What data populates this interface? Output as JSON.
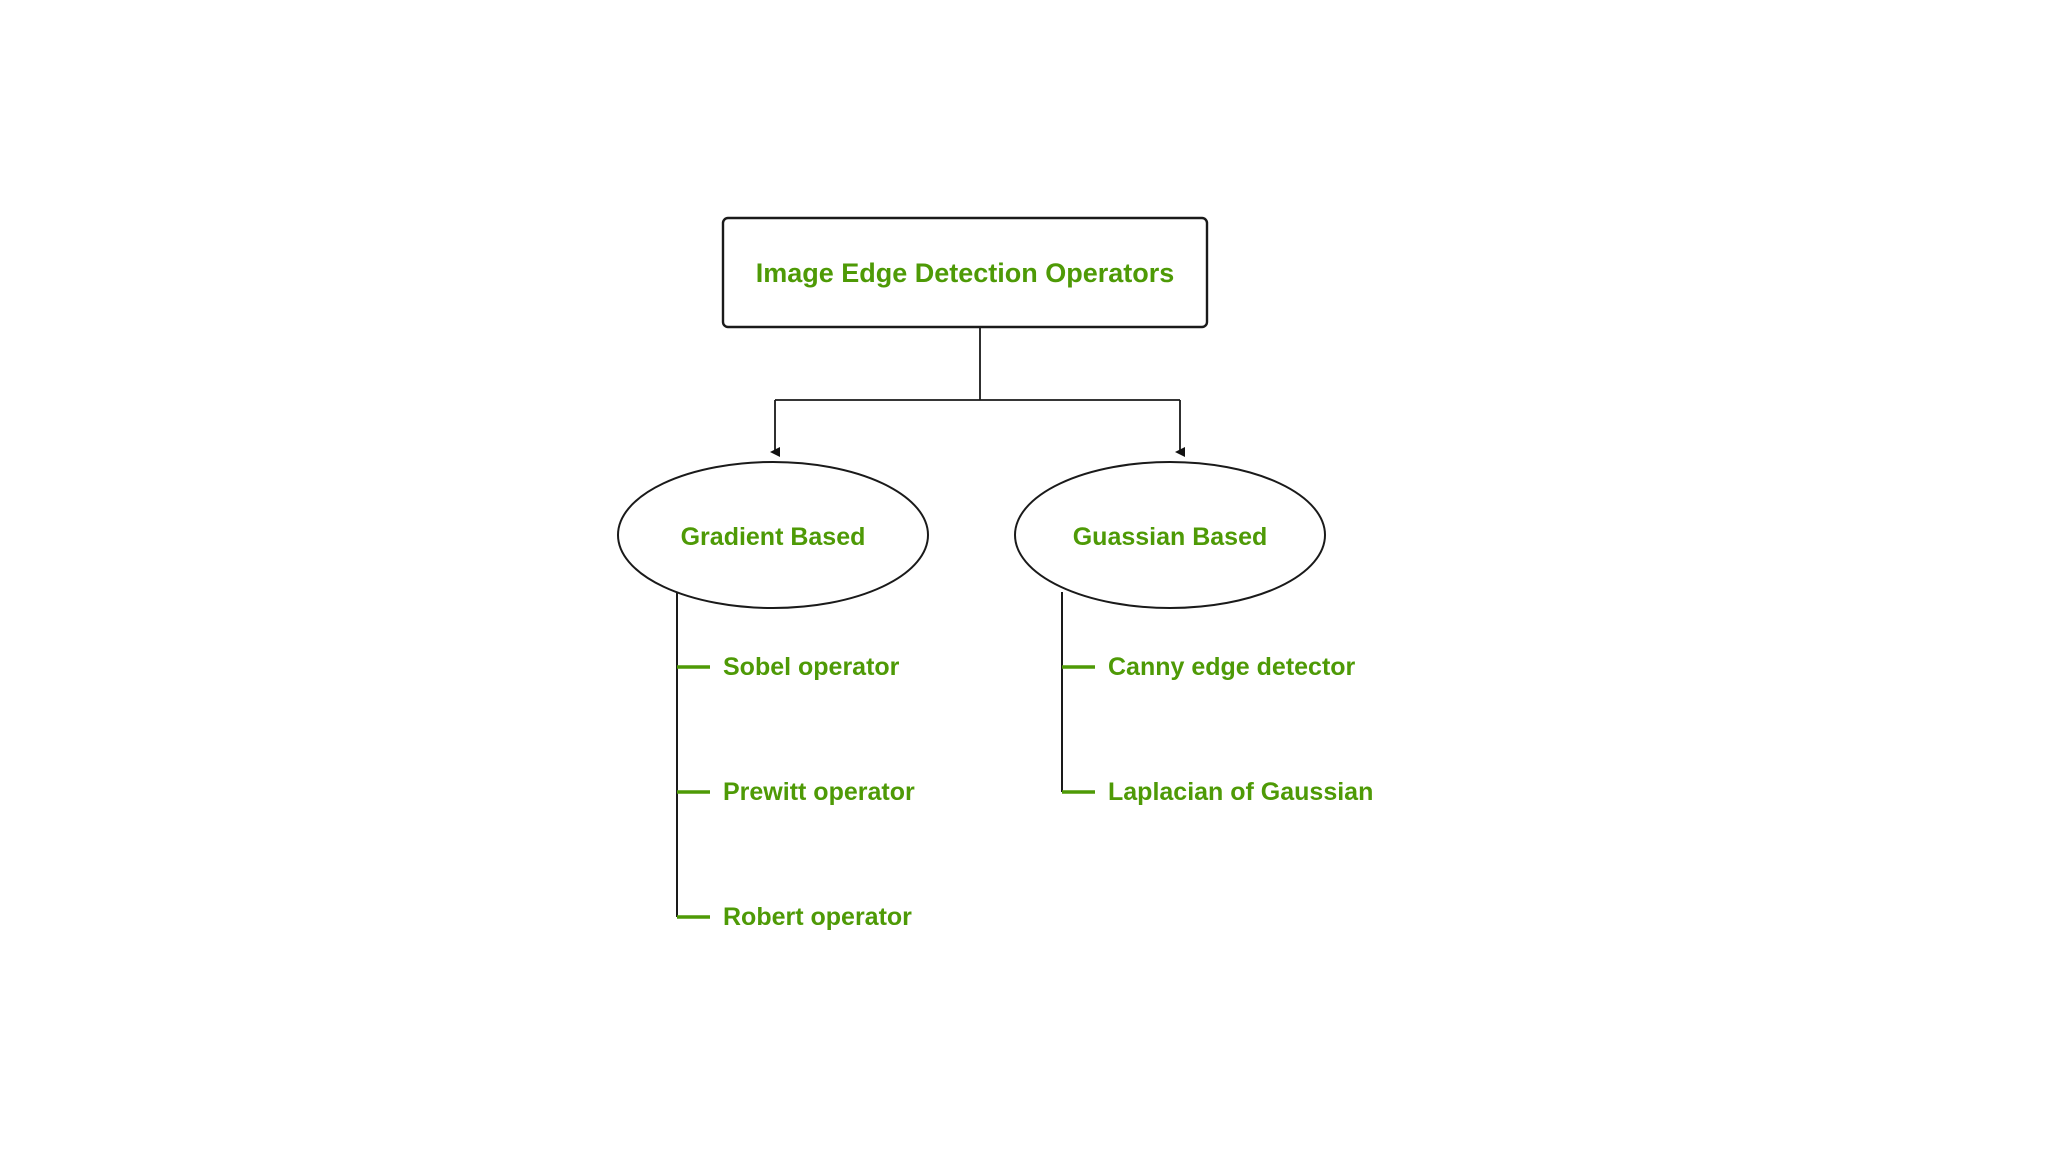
{
  "diagram": {
    "type": "tree-hierarchy",
    "background_color": "#ffffff",
    "text_color": "#4e9a06",
    "stroke_color": "#1a1a1a",
    "root": {
      "label": "Image Edge Detection Operators",
      "shape": "rounded-rectangle"
    },
    "branches": [
      {
        "label": "Gradient Based",
        "shape": "ellipse",
        "leaves": [
          {
            "label": "Sobel operator"
          },
          {
            "label": "Prewitt operator"
          },
          {
            "label": "Robert operator"
          }
        ]
      },
      {
        "label": "Guassian Based",
        "shape": "ellipse",
        "leaves": [
          {
            "label": "Canny edge detector"
          },
          {
            "label": "Laplacian of Gaussian"
          }
        ]
      }
    ]
  }
}
